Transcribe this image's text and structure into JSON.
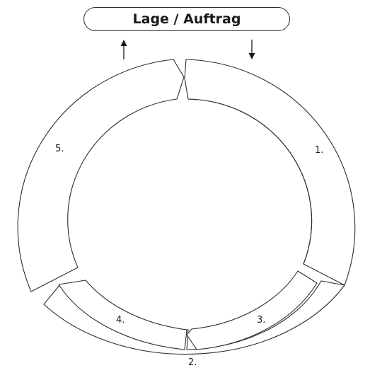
{
  "title": "Lage / Auftrag",
  "segments": [
    {
      "id": "seg-1",
      "label": "1."
    },
    {
      "id": "seg-2",
      "label": "2."
    },
    {
      "id": "seg-3",
      "label": "3."
    },
    {
      "id": "seg-4",
      "label": "4."
    },
    {
      "id": "seg-5",
      "label": "5."
    }
  ],
  "arrows": [
    {
      "id": "arrow-out",
      "direction": "up"
    },
    {
      "id": "arrow-in",
      "direction": "down"
    }
  ]
}
